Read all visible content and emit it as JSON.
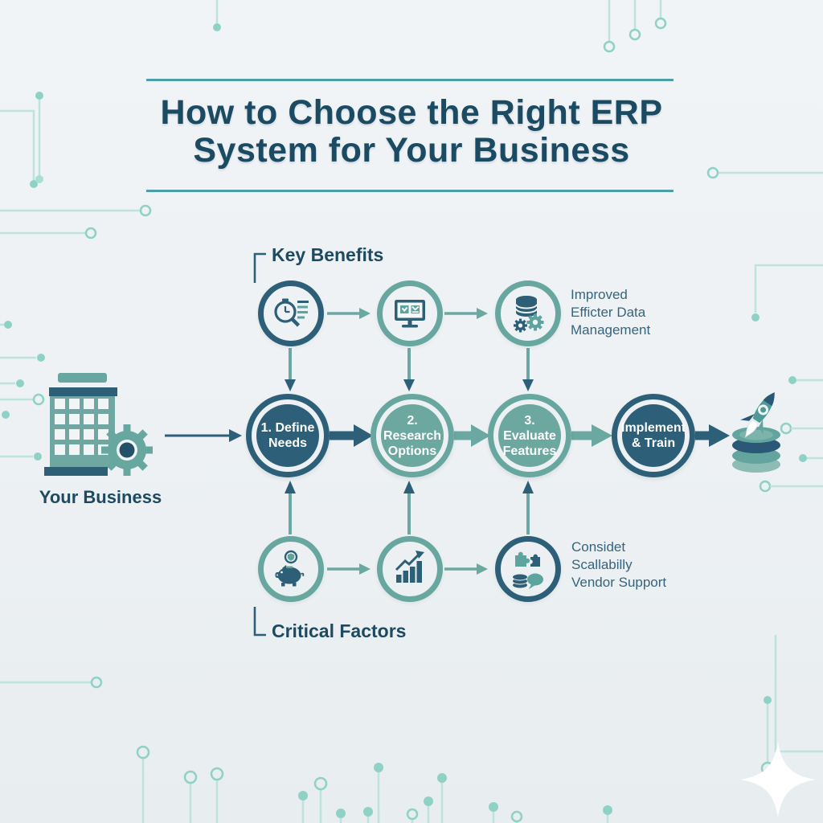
{
  "title": {
    "line1": "How to Choose the Right ERP",
    "line2": "System for Your Business"
  },
  "sections": {
    "benefits_label": "Key Benefits",
    "factors_label": "Critical Factors"
  },
  "business": {
    "label": "Your Business"
  },
  "steps": [
    {
      "line1": "1. Define",
      "line2": "Needs",
      "variant": "dark"
    },
    {
      "line1": "2. Research",
      "line2": "Options",
      "variant": "teal"
    },
    {
      "line1": "3. Evaluate",
      "line2": "Features",
      "variant": "teal"
    },
    {
      "line1": "Implement",
      "line2": "& Train",
      "variant": "dark"
    }
  ],
  "benefits_note": {
    "line1": "Improved",
    "line2": "Efficter Data",
    "line3": "Management"
  },
  "factors_note": {
    "line1": "Considet",
    "line2": "Scallabilly",
    "line3": "Vendor Support"
  },
  "icons": {
    "benefits": [
      "search-clock-icon",
      "monitor-mail-icon",
      "database-gears-icon"
    ],
    "factors": [
      "piggy-bank-icon",
      "growth-chart-icon",
      "puzzle-chat-icon"
    ],
    "business": "building-gear-icon",
    "outcome": "rocket-database-icon",
    "decor": [
      "circuit-traces",
      "sparkle-icon"
    ]
  },
  "colors": {
    "dark_teal": "#2d6078",
    "teal": "#68a79f",
    "title_text": "#1b4a63",
    "note_text": "#35647e",
    "accent_rule": "#4e9dab",
    "circuit_line": "#bce3dc",
    "circuit_dot": "#8fd2c5",
    "background": "#eef1f2"
  }
}
